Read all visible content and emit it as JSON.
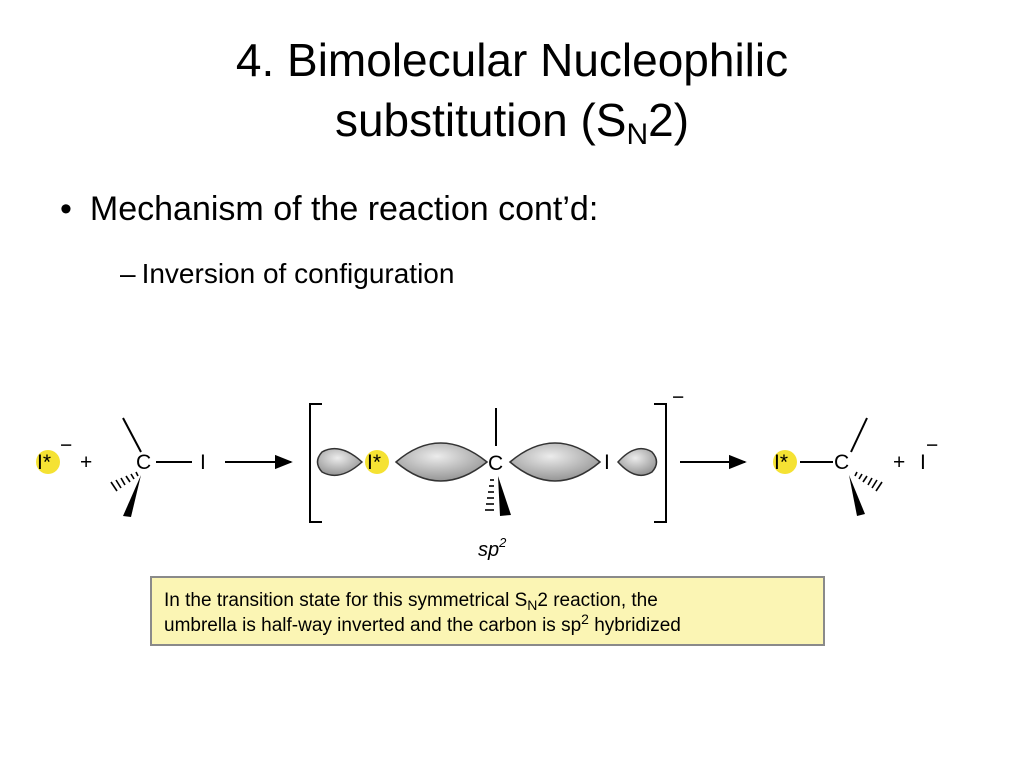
{
  "title": {
    "line1": "4. Bimolecular Nucleophilic",
    "line2_prefix": "substitution (S",
    "line2_sub": "N",
    "line2_suffix": "2)"
  },
  "bullets": {
    "marker": "•",
    "main": "Mechanism of the reaction cont’d:",
    "sub_marker": "–",
    "sub": "Inversion of configuration"
  },
  "reaction": {
    "nucleophile": "I*",
    "charge_minus": "−",
    "plus": "+",
    "carbon": "C",
    "iodine": "I",
    "hybridization_base": "sp",
    "hybridization_exp": "2",
    "highlight_color": "#f5e233",
    "lobe_color": "#a8a8a8"
  },
  "caption": {
    "line1_prefix": "In the transition state for this symmetrical S",
    "line1_sub": "N",
    "line1_suffix": "2 reaction, the",
    "line2_prefix": "umbrella is half-way inverted and the carbon is sp",
    "line2_sup": "2",
    "line2_suffix": " hybridized",
    "background": "#fbf5b4"
  }
}
